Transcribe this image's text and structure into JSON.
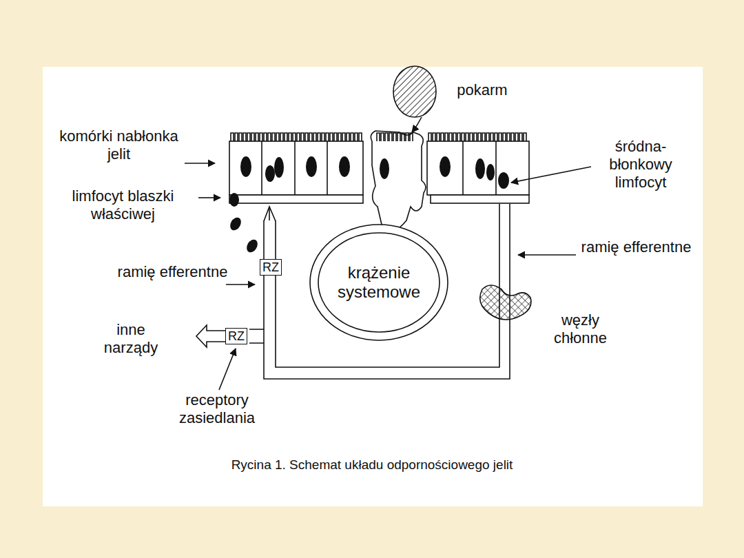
{
  "diagram": {
    "caption": "Rycina 1. Schemat układu odpornościowego jelit",
    "nodes": [
      {
        "text": [
          "RZ"
        ]
      },
      {
        "text": [
          "krążenie systemowe"
        ]
      },
      {
        "text": [
          "RZ"
        ]
      }
    ],
    "labels": [
      "pokarm",
      "komórki nabłonka jelit",
      "śródna- błonkowy limfocyt",
      "limfocyt blaszki właściwej",
      "ramię efferentne",
      "ramię efferentne",
      "węzły chłonne",
      "inne narządy",
      "receptory zasiedlania"
    ]
  }
}
